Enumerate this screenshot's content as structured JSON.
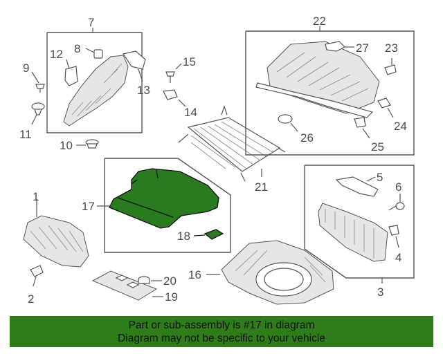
{
  "callouts": {
    "c1": "1",
    "c2": "2",
    "c3": "3",
    "c4": "4",
    "c5": "5",
    "c6": "6",
    "c7": "7",
    "c8": "8",
    "c9": "9",
    "c10": "10",
    "c11": "11",
    "c12": "12",
    "c13": "13",
    "c14": "14",
    "c15": "15",
    "c16": "16",
    "c17": "17",
    "c18": "18",
    "c19": "19",
    "c20": "20",
    "c21": "21",
    "c22": "22",
    "c23": "23",
    "c24": "24",
    "c25": "25",
    "c26": "26",
    "c27": "27"
  },
  "banner": {
    "line1": "Part or sub-assembly is #17 in diagram",
    "line2": "Diagram may not be specific to your vehicle"
  },
  "colors": {
    "highlight": "#2a7a1f",
    "banner_bg": "#2e7d1a"
  }
}
